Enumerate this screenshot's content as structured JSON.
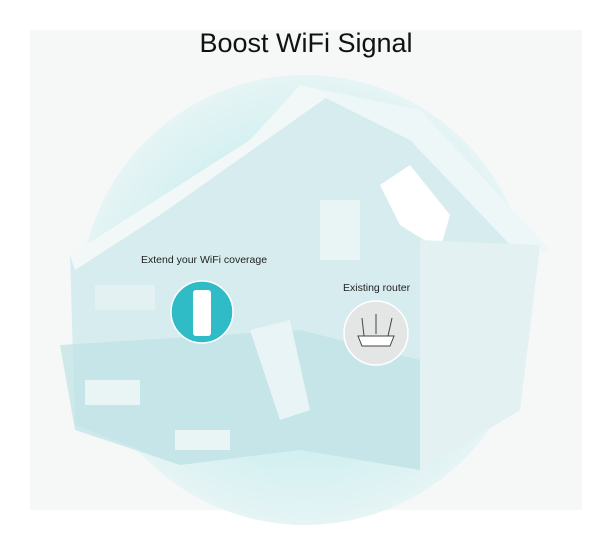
{
  "title": "Boost WiFi Signal",
  "labels": {
    "extender": "Extend your WiFi coverage",
    "router": "Existing router"
  },
  "colors": {
    "extender_circle": "#2fbcc7",
    "router_circle": "#e4e6e6",
    "glow": "#c9eef0"
  }
}
